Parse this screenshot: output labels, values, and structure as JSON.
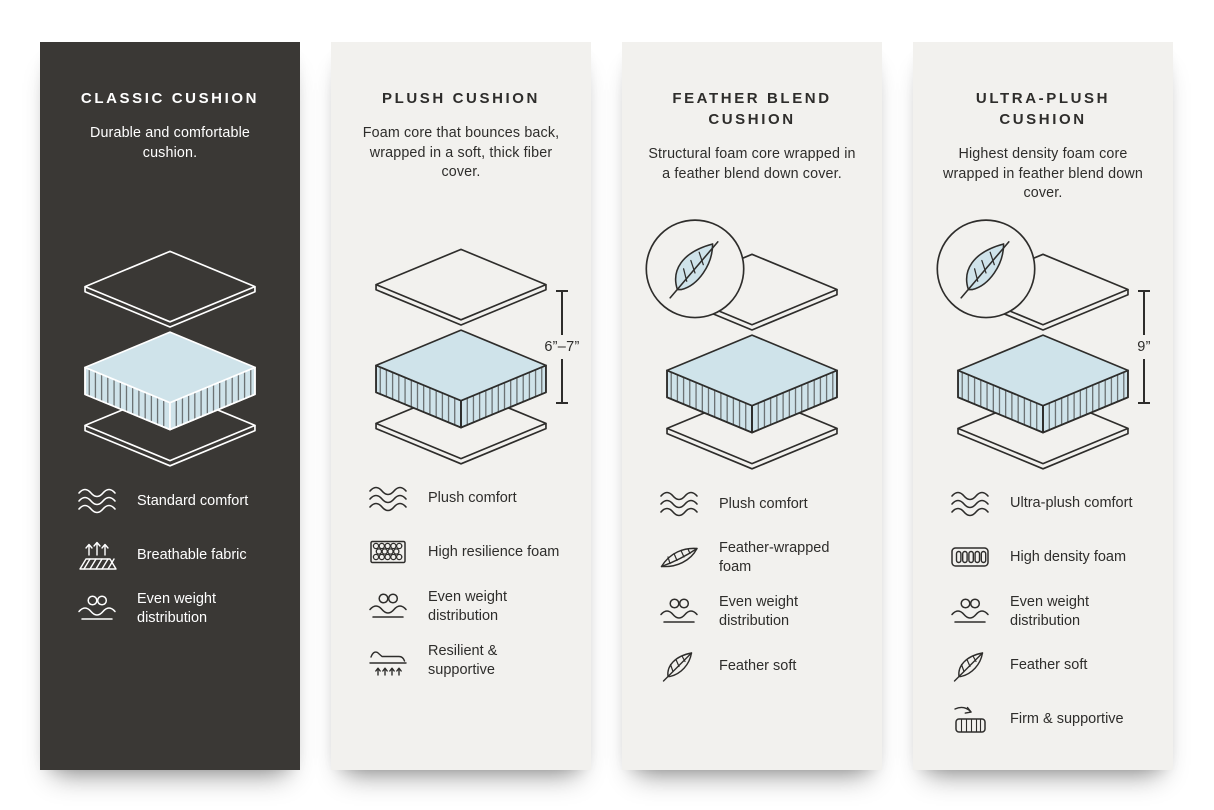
{
  "infographic": {
    "background": "#ffffff",
    "accent_blue": "#cfe3ea",
    "dark_panel": "#3a3835",
    "light_panel": "#f2f1ee"
  },
  "cards": [
    {
      "title": "CLASSIC CUSHION",
      "description": "Durable and comfortable cushion.",
      "theme": "dark",
      "diagram": {
        "feather_badge": false,
        "height_label": ""
      },
      "features": [
        {
          "icon": "waves-icon",
          "label": "Standard comfort"
        },
        {
          "icon": "breathable-fabric-icon",
          "label": "Breathable fabric"
        },
        {
          "icon": "even-weight-icon",
          "label": "Even weight distribution"
        }
      ]
    },
    {
      "title": "PLUSH CUSHION",
      "description": "Foam core that bounces back, wrapped in a soft, thick fiber cover.",
      "theme": "light",
      "diagram": {
        "feather_badge": false,
        "height_label": "6”–7”"
      },
      "features": [
        {
          "icon": "waves-icon",
          "label": "Plush comfort"
        },
        {
          "icon": "foam-cells-icon",
          "label": "High resilience foam"
        },
        {
          "icon": "even-weight-icon",
          "label": "Even weight distribution"
        },
        {
          "icon": "resilient-supportive-icon",
          "label": "Resilient & supportive"
        }
      ]
    },
    {
      "title": "FEATHER BLEND CUSHION",
      "description": "Structural foam core wrapped in a feather blend down cover.",
      "theme": "light",
      "diagram": {
        "feather_badge": true,
        "height_label": ""
      },
      "features": [
        {
          "icon": "waves-icon",
          "label": "Plush comfort"
        },
        {
          "icon": "feather-wrapped-foam-icon",
          "label": "Feather-wrapped foam"
        },
        {
          "icon": "even-weight-icon",
          "label": "Even weight distribution"
        },
        {
          "icon": "feather-icon",
          "label": "Feather soft"
        }
      ]
    },
    {
      "title": "ULTRA-PLUSH CUSHION",
      "description": "Highest density foam core wrapped in feather blend down cover.",
      "theme": "light",
      "diagram": {
        "feather_badge": true,
        "height_label": "9”"
      },
      "features": [
        {
          "icon": "waves-icon",
          "label": "Ultra-plush comfort"
        },
        {
          "icon": "high-density-foam-icon",
          "label": "High density foam"
        },
        {
          "icon": "even-weight-icon",
          "label": "Even weight distribution"
        },
        {
          "icon": "feather-icon",
          "label": "Feather soft"
        },
        {
          "icon": "firm-supportive-icon",
          "label": "Firm & supportive"
        }
      ]
    }
  ]
}
